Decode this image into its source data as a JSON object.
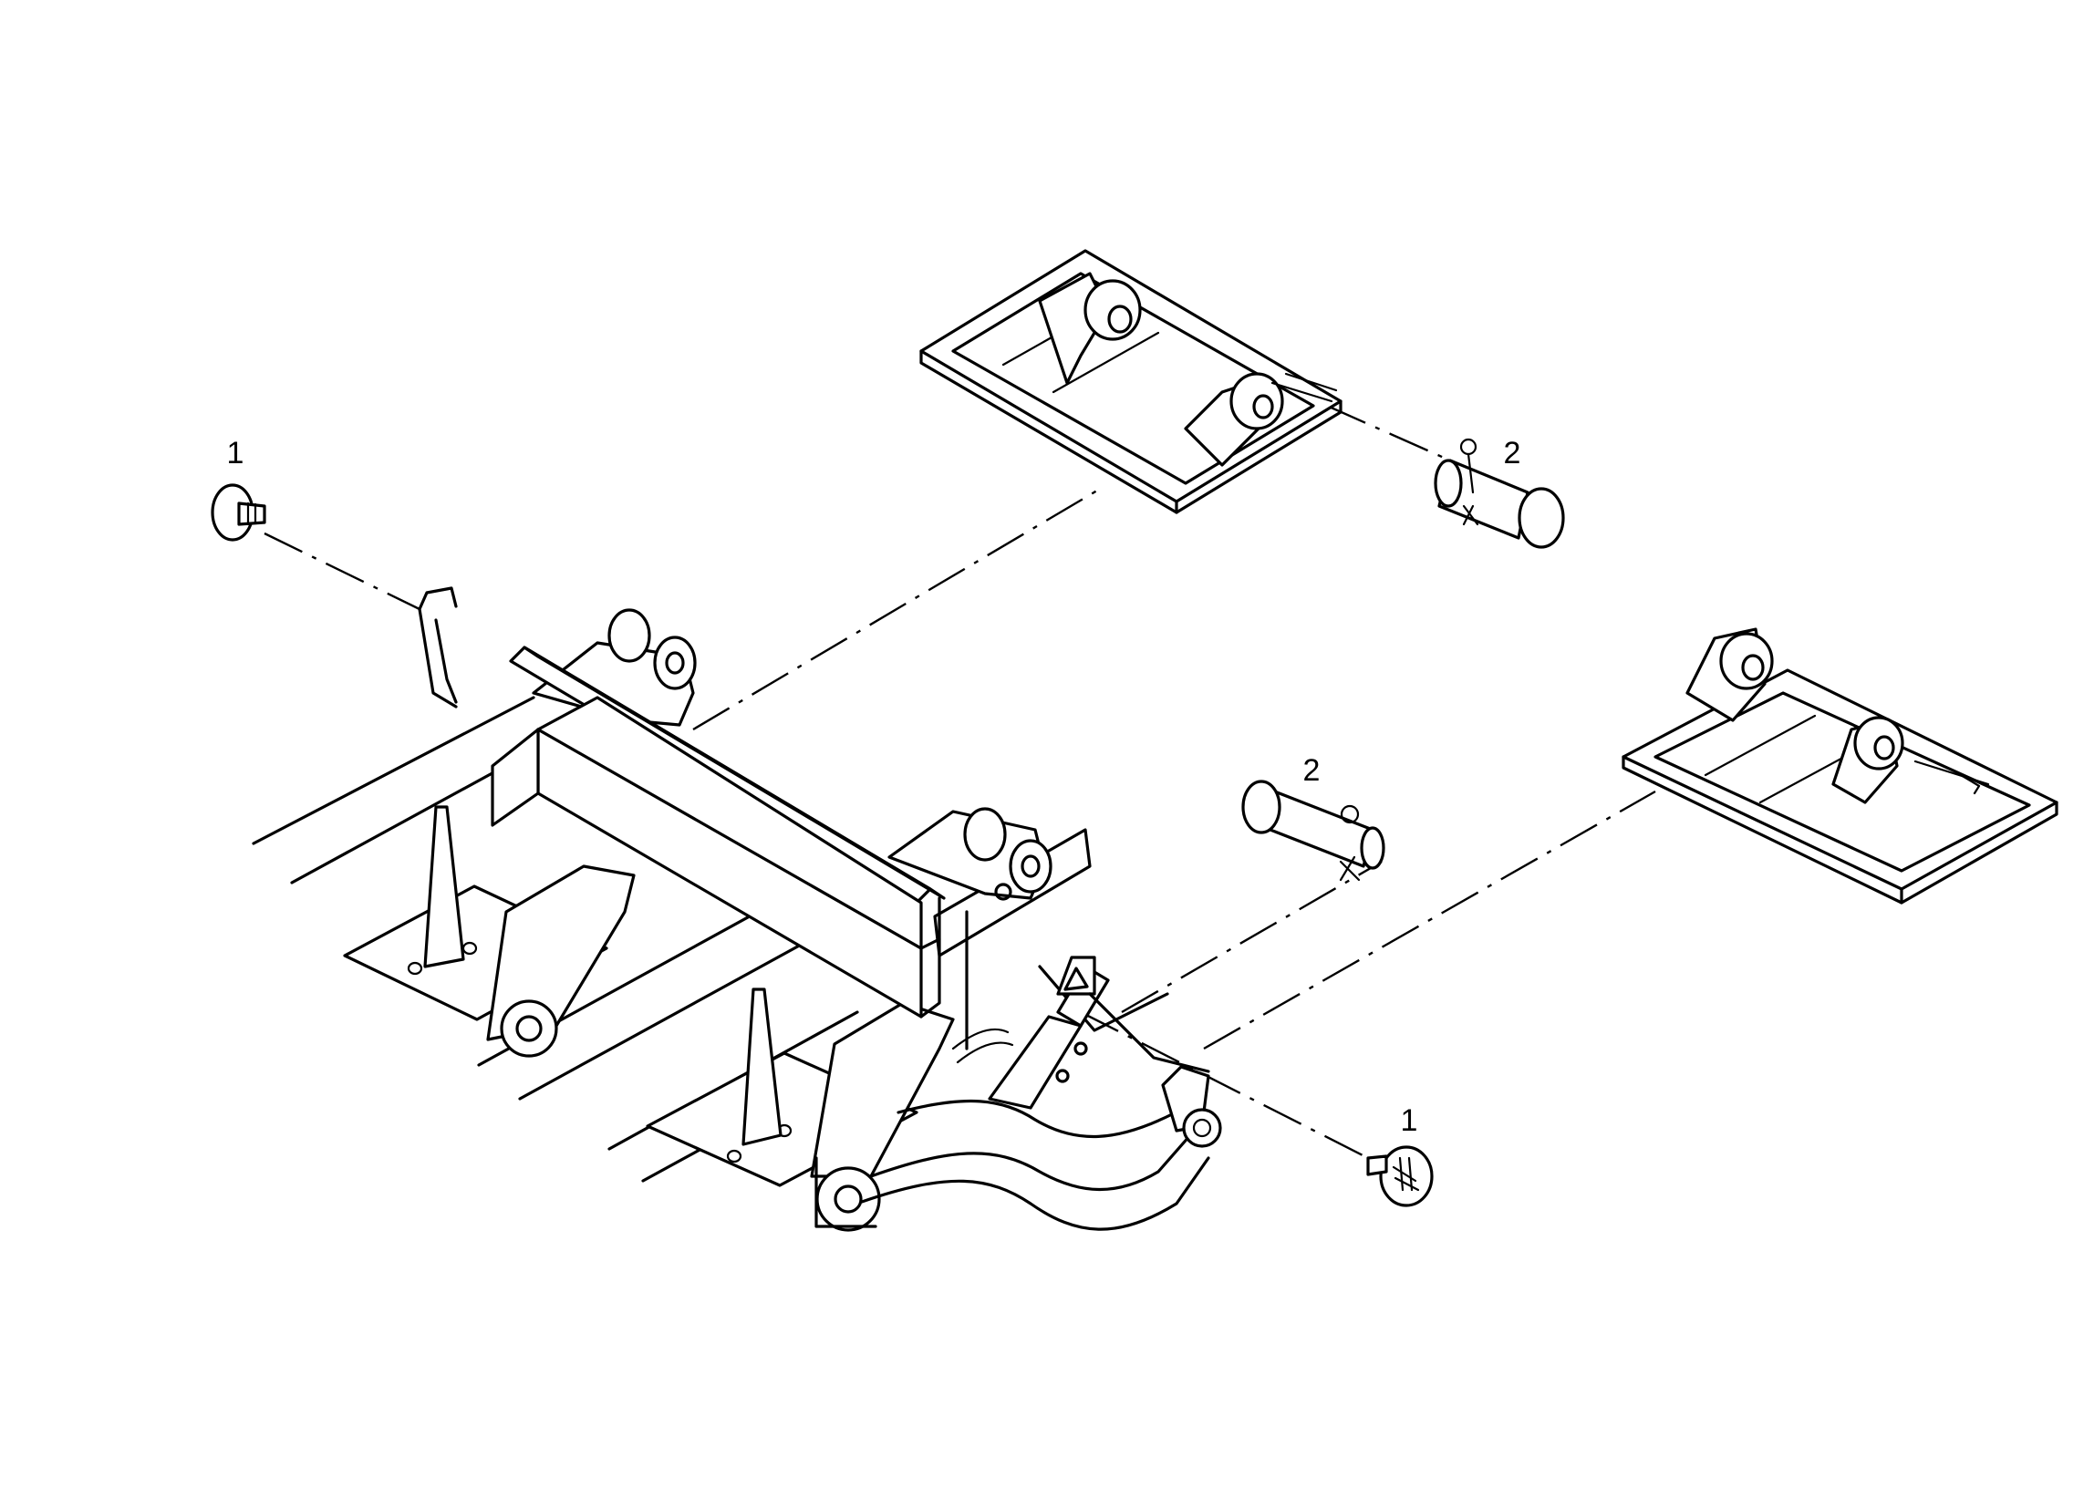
{
  "callouts": [
    {
      "id": "screw-top-left",
      "label": "1"
    },
    {
      "id": "pin-top-right",
      "label": "2"
    },
    {
      "id": "pin-middle",
      "label": "2"
    },
    {
      "id": "screw-bottom-right",
      "label": "1"
    }
  ],
  "colors": {
    "line": "#000000",
    "background": "#ffffff"
  }
}
